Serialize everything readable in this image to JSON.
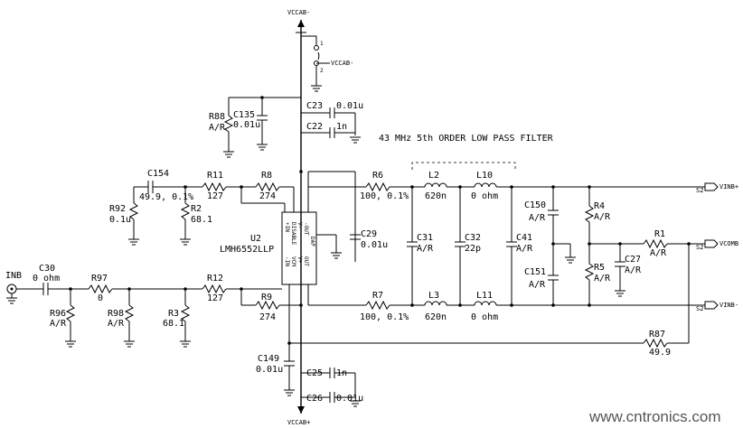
{
  "supplies": {
    "top": "VCCAB-",
    "bottom": "VCCAB+",
    "jumper": "VCCAB-",
    "jumper_pin1": "1",
    "jumper_pin2": "2"
  },
  "filter_title": "43 MHz 5th ORDER LOW PASS FILTER",
  "components": {
    "C135": {
      "ref": "C135",
      "value": "0.01u"
    },
    "R88": {
      "ref": "R88",
      "value": "A/R"
    },
    "C23": {
      "ref": "C23",
      "value": "0.01u"
    },
    "C22": {
      "ref": "C22",
      "value": "1n"
    },
    "C154": {
      "ref": "C154",
      "value": "49.9, 0.1%"
    },
    "R11": {
      "ref": "R11",
      "value": "127"
    },
    "R8": {
      "ref": "R8",
      "value": "274"
    },
    "R92": {
      "ref": "R92",
      "value": "0.1u"
    },
    "R2": {
      "ref": "R2",
      "value": "68.1"
    },
    "U2": {
      "ref": "U2",
      "value": "LMH6552LLP"
    },
    "C29": {
      "ref": "C29",
      "value": "0.01u"
    },
    "R6": {
      "ref": "R6",
      "value": "100, 0.1%"
    },
    "R7": {
      "ref": "R7",
      "value": "100, 0.1%"
    },
    "L2": {
      "ref": "L2",
      "value": "620n"
    },
    "L3": {
      "ref": "L3",
      "value": "620n"
    },
    "L10": {
      "ref": "L10",
      "value": "0 ohm"
    },
    "L11": {
      "ref": "L11",
      "value": "0 ohm"
    },
    "C31": {
      "ref": "C31",
      "value": "A/R"
    },
    "C32": {
      "ref": "C32",
      "value": "22p"
    },
    "C41": {
      "ref": "C41",
      "value": "A/R"
    },
    "C150": {
      "ref": "C150",
      "value": "A/R"
    },
    "C151": {
      "ref": "C151",
      "value": "A/R"
    },
    "R4": {
      "ref": "R4",
      "value": "A/R"
    },
    "R5": {
      "ref": "R5",
      "value": "A/R"
    },
    "R1": {
      "ref": "R1",
      "value": "A/R"
    },
    "C27": {
      "ref": "C27",
      "value": "A/R"
    },
    "C30": {
      "ref": "C30",
      "value": "0 ohm"
    },
    "R97": {
      "ref": "R97",
      "value": "0"
    },
    "R96": {
      "ref": "R96",
      "value": "A/R"
    },
    "R98": {
      "ref": "R98",
      "value": "A/R"
    },
    "R3": {
      "ref": "R3",
      "value": "68.1"
    },
    "R12": {
      "ref": "R12",
      "value": "127"
    },
    "R9": {
      "ref": "R9",
      "value": "274"
    },
    "R87": {
      "ref": "R87",
      "value": "49.9"
    },
    "C149": {
      "ref": "C149",
      "value": "0.01u"
    },
    "C25": {
      "ref": "C25",
      "value": "1n"
    },
    "C26": {
      "ref": "C26",
      "value": "0.01u"
    }
  },
  "ic_pins": {
    "top": [
      "+IN",
      "DISABLE",
      "V-",
      "-OUT"
    ],
    "bottom": [
      "-IN",
      "VCM",
      "V+",
      "OUT"
    ],
    "dap": "DAP"
  },
  "ports": {
    "input": "INB",
    "vinb_pos": "VINB+",
    "vinb_neg": "VINB-",
    "vcomb": "VCOMB",
    "s2": "S2"
  },
  "watermark": "www.cntronics.com"
}
